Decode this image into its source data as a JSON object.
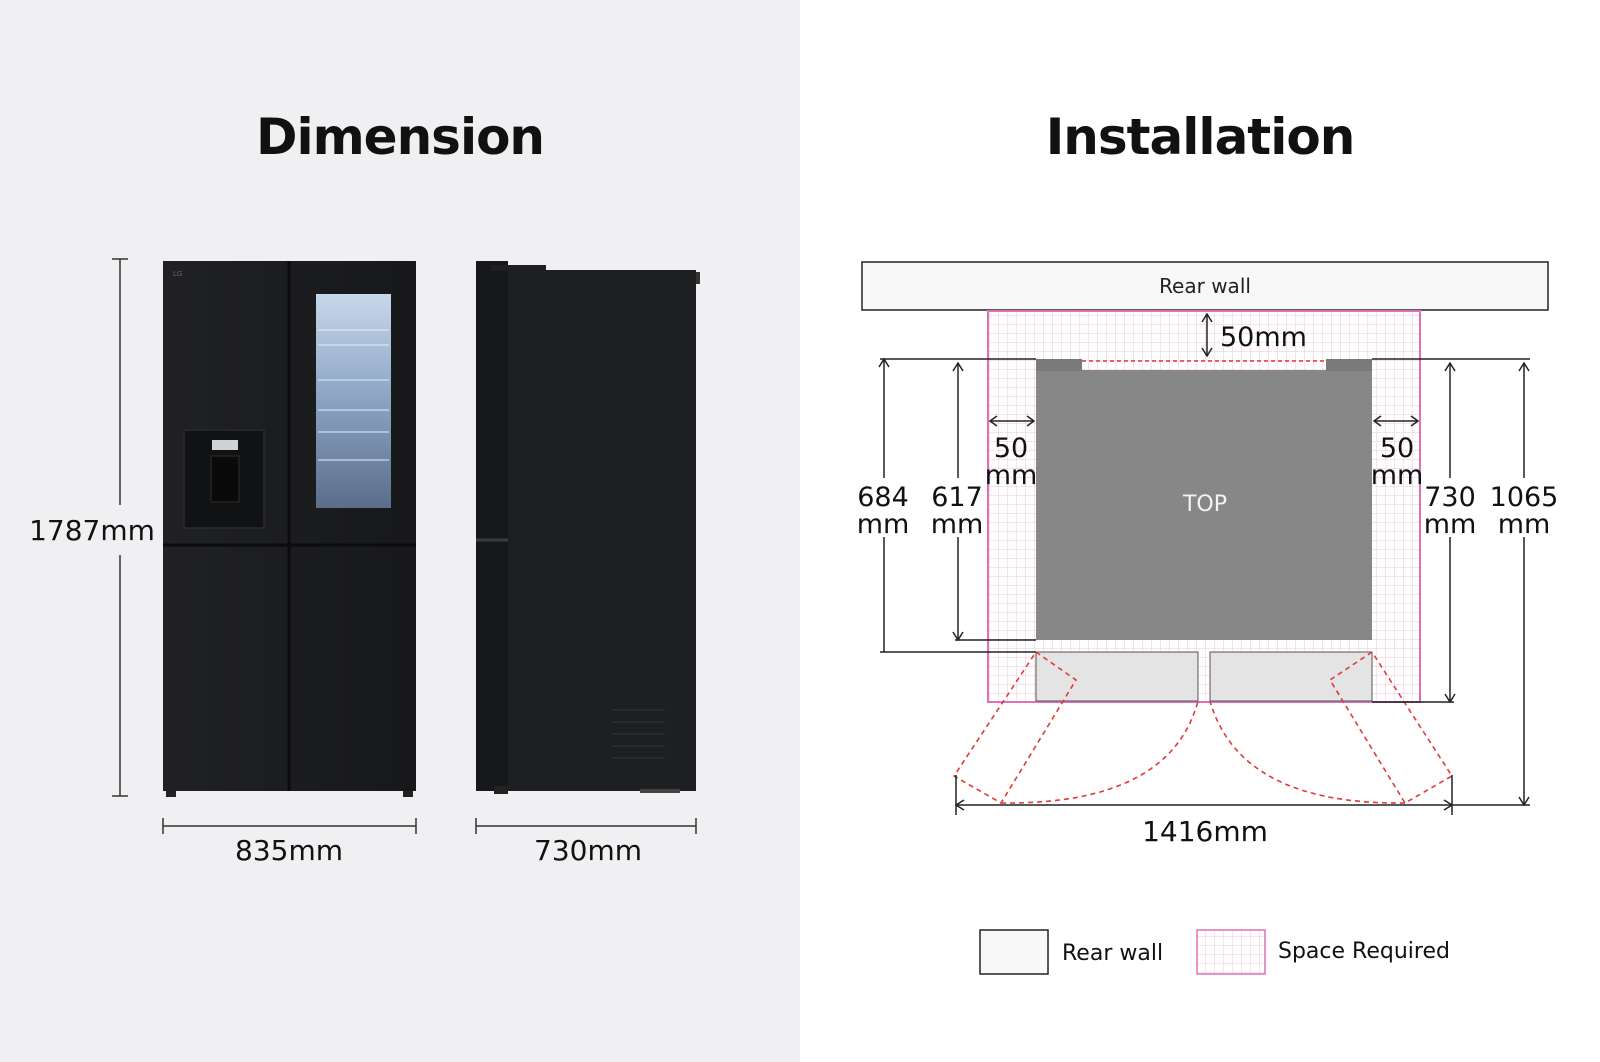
{
  "dimension": {
    "title": "Dimension",
    "height_label": "1787mm",
    "front_width_label": "835mm",
    "side_depth_label": "730mm",
    "brand_mark": "LG"
  },
  "installation": {
    "title": "Installation",
    "rear_wall_label": "Rear wall",
    "top_label": "TOP",
    "rear_gap": "50mm",
    "left_gap_value": "50",
    "left_gap_unit": "mm",
    "right_gap_value": "50",
    "right_gap_unit": "mm",
    "depth_684_value": "684",
    "depth_684_unit": "mm",
    "depth_617_value": "617",
    "depth_617_unit": "mm",
    "depth_730_value": "730",
    "depth_730_unit": "mm",
    "depth_1065_value": "1065",
    "depth_1065_unit": "mm",
    "total_width": "1416mm"
  },
  "legend": {
    "rear_wall": "Rear wall",
    "space_required": "Space Required"
  },
  "colors": {
    "left_background": "#f0f0f2",
    "fridge_body": "#1b1c1e",
    "top_view_gray": "#878787",
    "space_required_pink": "#e070b8",
    "door_swing_red": "#e03a3a"
  }
}
